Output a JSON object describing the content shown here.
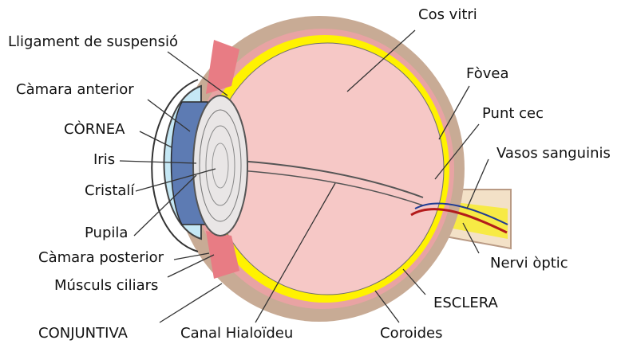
{
  "labels": {
    "cos_vitri": "Cos vitri",
    "lligament": "Lligament de suspensió",
    "fovea": "Fòvea",
    "camara_anterior": "Càmara anterior",
    "punt_cec": "Punt cec",
    "cornea": "CÒRNEA",
    "vasos": "Vasos sanguinis",
    "iris": "Iris",
    "cristali": "Cristalí",
    "pupila": "Pupila",
    "camara_posterior": "Càmara posterior",
    "nervi_optic": "Nervi òptic",
    "musculs_ciliars": "Músculs ciliars",
    "esclera": "ESCLERA",
    "conjuntiva": "CONJUNTIVA",
    "canal_hialoideu": "Canal Hialoïdeu",
    "coroides": "Coroides"
  },
  "colors": {
    "sclera": "#c8ab95",
    "choroid": "#e8a3a3",
    "retina": "#fff200",
    "vitreous": "#f6c8c6",
    "muscle": "#e87c84",
    "cornea": "#c5e8f5",
    "iris": "#5d7bb3",
    "lens": "#e9e6e6",
    "nerve": "#f7ea45",
    "vessel": "#b31b1b",
    "vessel_blue": "#1f3c94"
  }
}
